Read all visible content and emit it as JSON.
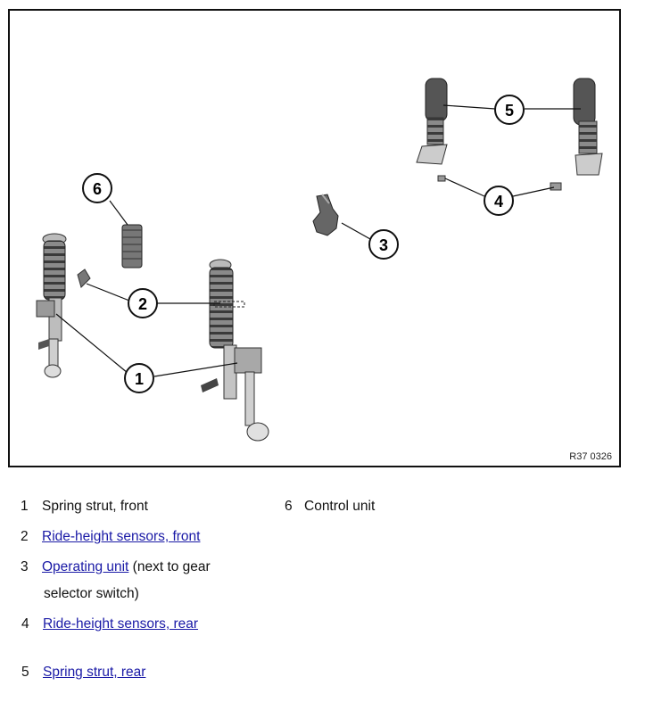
{
  "figure": {
    "code": "R37 0326",
    "callouts": [
      "1",
      "2",
      "3",
      "4",
      "5",
      "6"
    ]
  },
  "legend": [
    {
      "num": "1",
      "link": "",
      "text": "Spring strut, front"
    },
    {
      "num": "2",
      "link": "Ride-height sensors, front",
      "text": ""
    },
    {
      "num": "3",
      "link": "Operating unit",
      "text": " (next to gear",
      "text2": "selector switch)"
    },
    {
      "num": "4",
      "link": "Ride-height sensors, rear",
      "text": ""
    },
    {
      "num": "5",
      "link": "Spring strut, rear",
      "text": ""
    },
    {
      "num": "6",
      "link": "",
      "text": "Control unit"
    }
  ]
}
